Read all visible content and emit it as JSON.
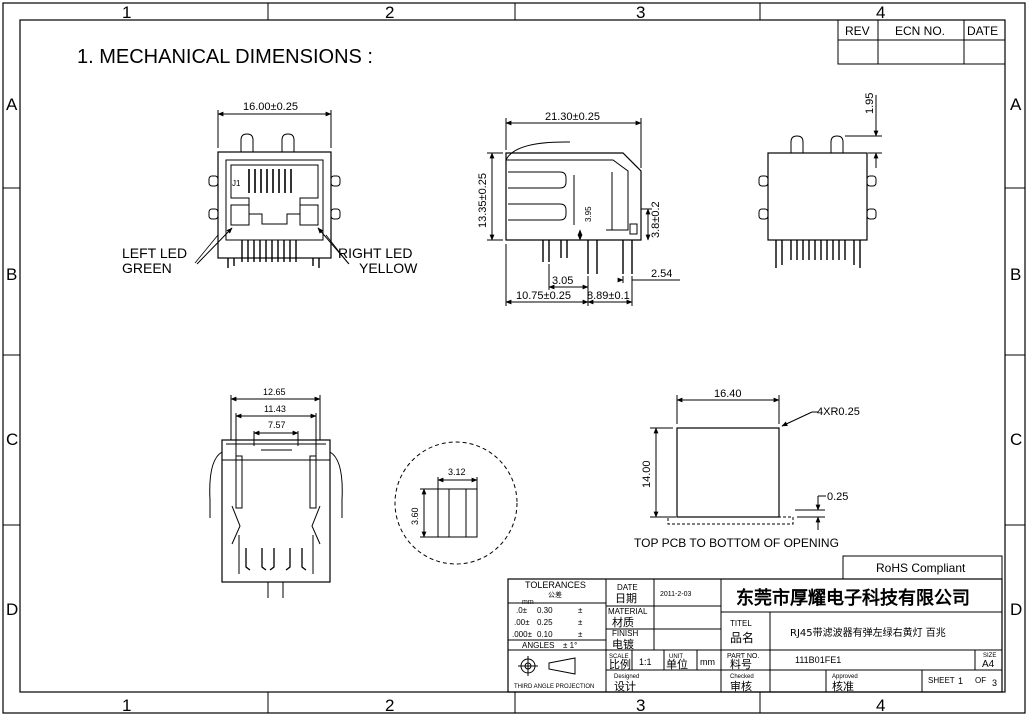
{
  "sheet": {
    "title": "1. MECHANICAL DIMENSIONS :",
    "zone_columns": [
      "1",
      "2",
      "3",
      "4"
    ],
    "zone_rows": [
      "A",
      "B",
      "C",
      "D"
    ],
    "revision_headers": [
      "REV",
      "ECN NO.",
      "DATE"
    ]
  },
  "front_view": {
    "width_dim": "16.00±0.25",
    "j1_label": "J1",
    "left_led": [
      "LEFT LED",
      "GREEN"
    ],
    "right_led": [
      "RIGHT LED",
      "YELLOW"
    ]
  },
  "side_view": {
    "length_dim": "21.30±0.25",
    "height_dim": "13.35±0.25",
    "pin_height": "3.95",
    "post_dim": "3.8±0.2",
    "dim_3_05": "3.05",
    "dim_2_54": "2.54",
    "dim_10_75": "10.75±0.25",
    "dim_8_89": "8.89±0.1"
  },
  "rear_view": {
    "top_dim": "1.95"
  },
  "bottom_view": {
    "dim_12_65": "12.65",
    "dim_11_43": "11.43",
    "dim_7_57": "7.57"
  },
  "detail_view": {
    "dim_3_12": "3.12",
    "dim_3_60": "3.60"
  },
  "panel_view": {
    "width_dim": "16.40",
    "height_dim": "14.00",
    "radius_note": "4XR0.25",
    "gap_dim": "0.25",
    "caption": "TOP PCB TO BOTTOM OF OPENING"
  },
  "rohs": "RoHS  Compliant",
  "title_block": {
    "tolerances_title": "TOLERANCES",
    "tolerances_sub": "公差",
    "tol_unit": "mm",
    "tol_rows": [
      [
        ".0±",
        "0.30",
        "±"
      ],
      [
        ".00±",
        "0.25",
        "±"
      ],
      [
        ".000±",
        "0.10",
        "±"
      ]
    ],
    "angles_label": "ANGLES",
    "angles_value": "±   1°",
    "projection": "THIRD ANGLE PROJECTION",
    "date_label": "DATE",
    "date_cn": "日期",
    "date_value": "2011-2-03",
    "material_label": "MATERIAL",
    "material_cn": "材质",
    "finish_label": "FINISH",
    "finish_cn": "电镀",
    "scale_label": "SCALE",
    "scale_cn": "比例",
    "scale_value": "1:1",
    "unit_label": "UNIT",
    "unit_cn": "单位",
    "unit_value": "mm",
    "designed_label": "Designed",
    "designed_cn": "设计",
    "company": "东莞市厚耀电子科技有限公司",
    "titel_label": "TITEL",
    "titel_cn": "品名",
    "titel_value": "RJ45带滤波器有弹左绿右黄灯  百兆",
    "partno_label": "PART NO.",
    "partno_cn": "料号",
    "partno_value": "111B01FE1",
    "size_label": "SIZE",
    "size_value": "A4",
    "checked_label": "Checked",
    "checked_cn": "审核",
    "approved_label": "Approved",
    "approved_cn": "核准",
    "sheet_label": "SHEET",
    "sheet_num": "1",
    "of_label": "OF",
    "sheet_total": "3"
  }
}
